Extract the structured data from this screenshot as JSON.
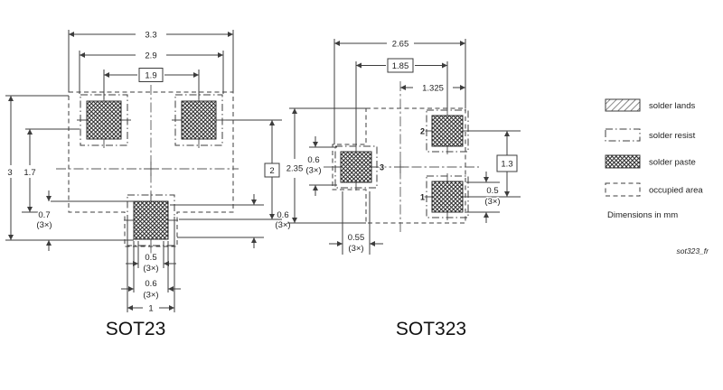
{
  "sot23": {
    "title": "SOT23",
    "dims": {
      "occupied_width": "3.3",
      "resist_width": "2.9",
      "pad_pitch": "1.9",
      "occupied_height": "3",
      "inner_height": "1.7",
      "land_height_left": "0.7",
      "land_height_right": "0.6",
      "center_spacing": "2",
      "land_width": "0.5",
      "paste_width": "0.6",
      "bottom_width": "1"
    }
  },
  "sot323": {
    "title": "SOT323",
    "dims": {
      "occupied_width": "2.65",
      "pad_pitch": "1.85",
      "half_width": "1.325",
      "occupied_height": "2.35",
      "pad3_height": "0.6",
      "pad3_width": "0.55",
      "center_spacing": "1.3",
      "pad1_height": "0.5"
    },
    "pins": {
      "p1": "1",
      "p2": "2",
      "p3": "3"
    }
  },
  "shared": {
    "multiplier": "(3×)"
  },
  "legend": {
    "solder_lands": "solder lands",
    "solder_resist": "solder resist",
    "solder_paste": "solder paste",
    "occupied_area": "occupied area",
    "note": "Dimensions in mm",
    "watermark": "sot323_fr"
  }
}
